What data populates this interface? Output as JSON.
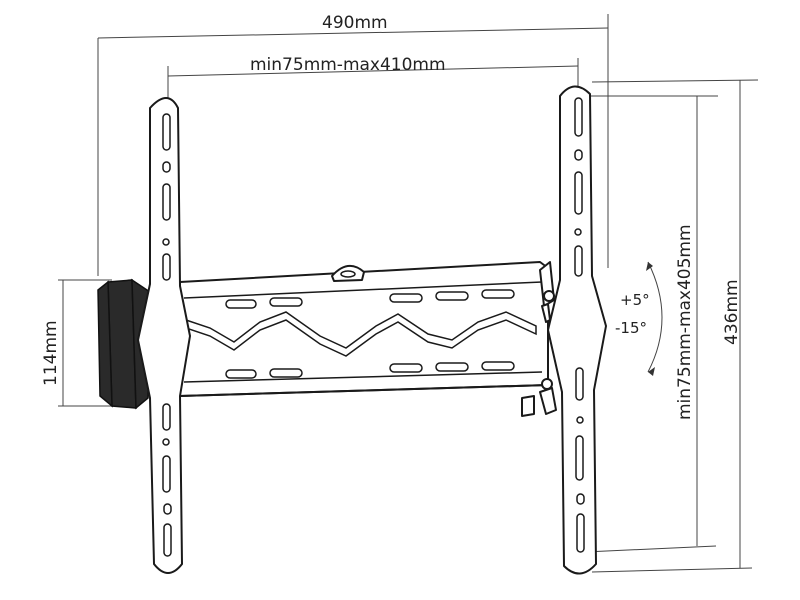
{
  "dimensions": {
    "overall_width": "490mm",
    "vesa_width": "min75mm-max410mm",
    "vesa_height": "min75mm-max405mm",
    "overall_height": "436mm",
    "depth": "114mm"
  },
  "tilt": {
    "up": "+5°",
    "down": "-15°"
  },
  "colors": {
    "line": "#1a1a1a",
    "dimension_line": "#444444",
    "background": "#ffffff"
  }
}
